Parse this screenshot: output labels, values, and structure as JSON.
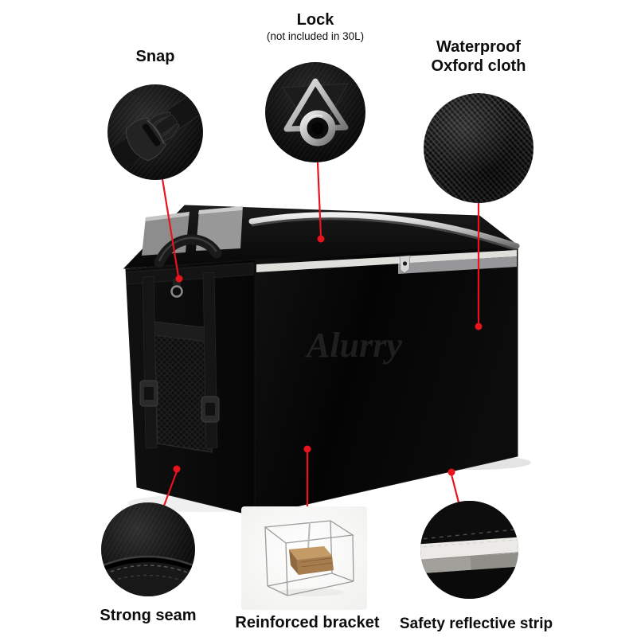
{
  "page": {
    "background": "#ffffff",
    "accent_red": "#e8131c",
    "watermark": "Alurry"
  },
  "callouts": {
    "snap": {
      "label": "Snap"
    },
    "lock": {
      "label": "Lock",
      "note": "(not included in 30L)"
    },
    "waterproof": {
      "label": "Waterproof Oxford cloth"
    },
    "strong_seam": {
      "label": "Strong seam"
    },
    "reinforced_bracket": {
      "label": "Reinforced bracket"
    },
    "reflective_strip": {
      "label": "Safety reflective strip"
    }
  }
}
